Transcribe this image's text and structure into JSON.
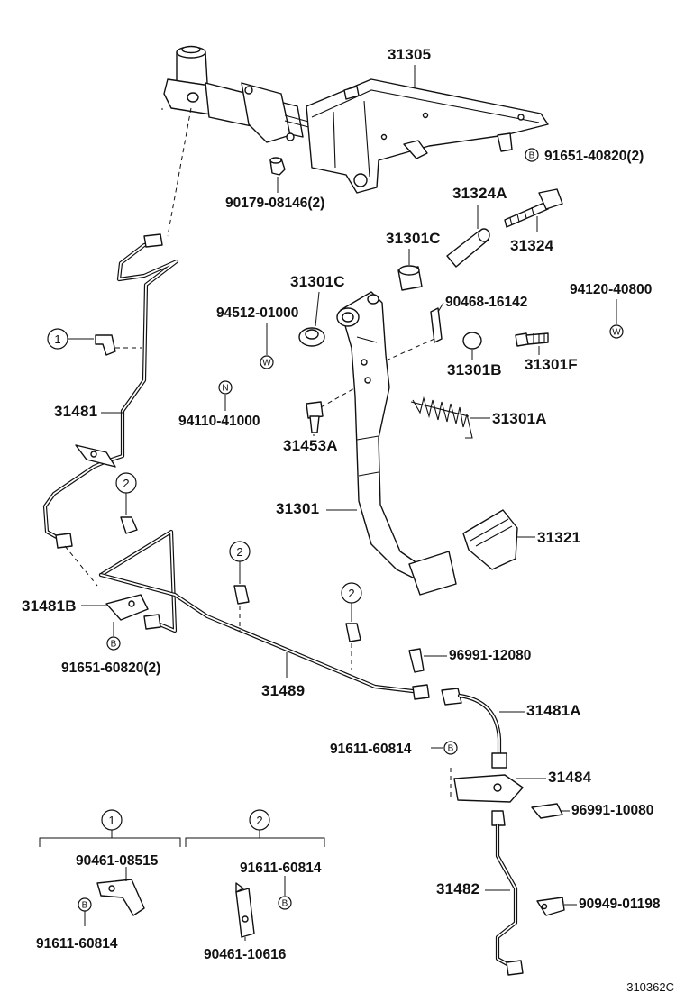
{
  "labels": {
    "p31305": "31305",
    "p91651_40820": "91651-40820(2)",
    "p90179": "90179-08146(2)",
    "p31324A": "31324A",
    "p31301C_a": "31301C",
    "p31324": "31324",
    "p31301C_b": "31301C",
    "p90468": "90468-16142",
    "p94120": "94120-40800",
    "p94512": "94512-01000",
    "p31301B": "31301B",
    "p31301F": "31301F",
    "p31481": "31481",
    "p94110": "94110-41000",
    "p31453A": "31453A",
    "p31301A": "31301A",
    "p31301": "31301",
    "p31321": "31321",
    "p31481B": "31481B",
    "p91651_60820": "91651-60820(2)",
    "p96991_12080": "96991-12080",
    "p31489": "31489",
    "p31481A": "31481A",
    "p91611_60814_a": "91611-60814",
    "p31484": "31484",
    "p96991_10080": "96991-10080",
    "p90461_08515": "90461-08515",
    "p91611_60814_b": "91611-60814",
    "p91611_60814_c": "91611-60814",
    "p31482": "31482",
    "p90949": "90949-01198",
    "p90461_10616": "90461-10616",
    "ref_code": "310362C"
  },
  "callouts": {
    "one": "1",
    "two": "2"
  },
  "symbols": {
    "bolt": "B",
    "washer": "W",
    "nut": "N"
  }
}
